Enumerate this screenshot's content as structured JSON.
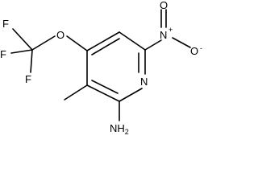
{
  "molecule": {
    "atoms": {
      "F1": "F",
      "F2": "F",
      "F3": "F",
      "O_ether": "O",
      "N_ring": "N",
      "N_nitro": "N",
      "nitro_plus": "+",
      "O_nitro_top": "O",
      "O_nitro_right": "O",
      "nitro_minus": "-",
      "amine": "NH",
      "amine_sub": "2"
    }
  }
}
